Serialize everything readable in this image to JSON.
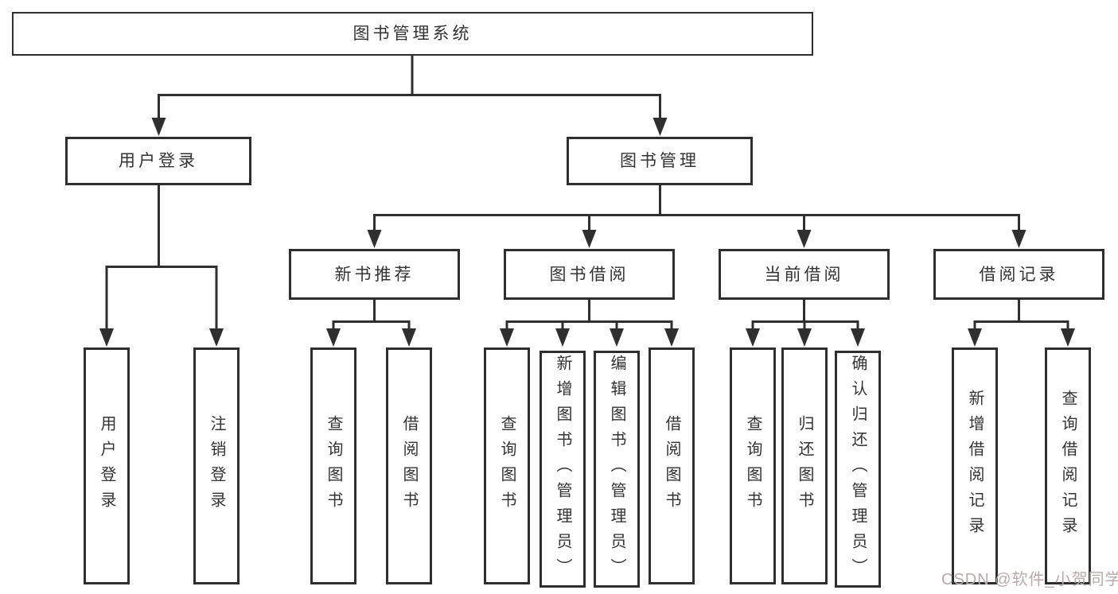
{
  "colors": {
    "background": "#ffffff",
    "line": "#2f2f2f",
    "box_border": "#2e2e2e",
    "text": "#333333",
    "watermark_text": "#b9a9ab"
  },
  "diagram": {
    "root": {
      "label": "图书管理系统"
    },
    "level2": [
      {
        "label": "用户登录",
        "children": [
          {
            "label": "用户登录"
          },
          {
            "label": "注销登录"
          }
        ]
      },
      {
        "label": "图书管理",
        "children": [
          {
            "label": "新书推荐",
            "children": [
              {
                "label": "查询图书"
              },
              {
                "label": "借阅图书"
              }
            ]
          },
          {
            "label": "图书借阅",
            "children": [
              {
                "label": "查询图书"
              },
              {
                "label": "新增图书（管理员）"
              },
              {
                "label": "编辑图书（管理员）"
              },
              {
                "label": "借阅图书"
              }
            ]
          },
          {
            "label": "当前借阅",
            "children": [
              {
                "label": "查询图书"
              },
              {
                "label": "归还图书"
              },
              {
                "label": "确认归还（管理员）"
              }
            ]
          },
          {
            "label": "借阅记录",
            "children": [
              {
                "label": "新增借阅记录"
              },
              {
                "label": "查询借阅记录"
              }
            ]
          }
        ]
      }
    ]
  },
  "watermark": {
    "text": "CSDN @软件_小贺同学"
  }
}
